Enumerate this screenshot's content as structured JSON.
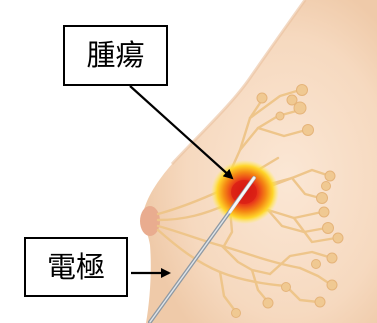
{
  "labels": {
    "tumor": "腫瘍",
    "electrode": "電極"
  },
  "colors": {
    "skin": "#f7dcc4",
    "skin_shadow": "#edc3a3",
    "gland": "#eec58a",
    "lobule": "#efc98f",
    "tumor_core": "#e02018",
    "tumor_mid": "#f57d10",
    "tumor_halo": "#ffe63a",
    "probe": "#9aa4ad",
    "text": "#000000"
  },
  "icons": {
    "tumor_pointer": "arrow-down-right",
    "electrode_pointer": "arrow-right"
  }
}
